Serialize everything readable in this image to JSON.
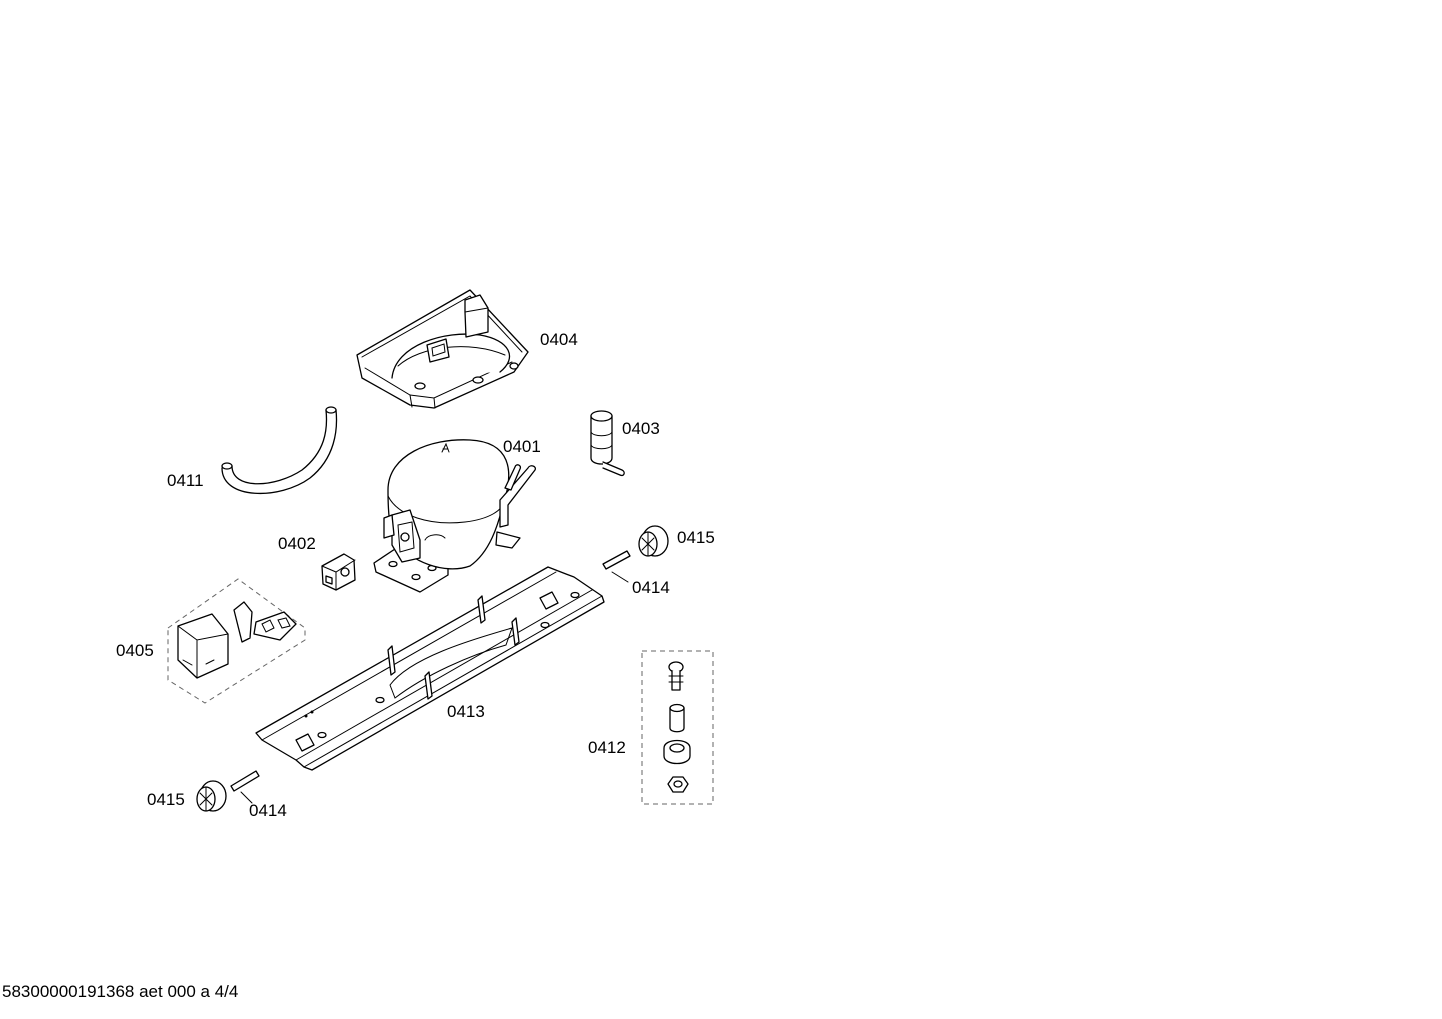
{
  "parts": [
    {
      "id": "lid",
      "label": "0404"
    },
    {
      "id": "capacitor",
      "label": "0403"
    },
    {
      "id": "compressor",
      "label": "0401"
    },
    {
      "id": "hose",
      "label": "0411"
    },
    {
      "id": "relay",
      "label": "0402"
    },
    {
      "id": "wheel-upper",
      "label": "0415"
    },
    {
      "id": "axle-upper",
      "label": "0414"
    },
    {
      "id": "starter-kit",
      "label": "0405"
    },
    {
      "id": "mounting-rail",
      "label": "0413"
    },
    {
      "id": "mounting-kit",
      "label": "0412"
    },
    {
      "id": "wheel-lower",
      "label": "0415"
    },
    {
      "id": "axle-lower",
      "label": "0414"
    }
  ],
  "footer": {
    "doc_code": "58300000191368 aet 000 a 4/4"
  }
}
